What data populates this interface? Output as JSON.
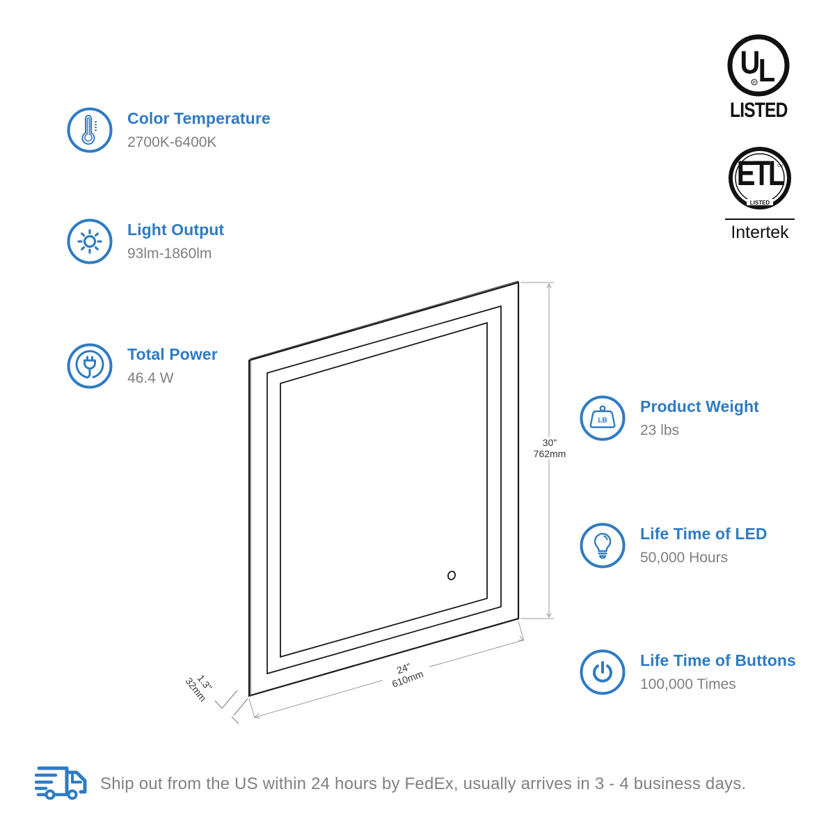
{
  "specs": {
    "color_temperature": {
      "title": "Color Temperature",
      "value": "2700K-6400K",
      "icon": "thermometer-icon"
    },
    "light_output": {
      "title": "Light Output",
      "value": "93lm-1860lm",
      "icon": "sun-icon"
    },
    "total_power": {
      "title": "Total Power",
      "value": "46.4 W",
      "icon": "plug-icon"
    },
    "product_weight": {
      "title": "Product Weight",
      "value": "23 lbs",
      "icon": "weight-lb-icon",
      "icon_text": "LB"
    },
    "led_life": {
      "title": "Life Time of LED",
      "value": "50,000 Hours",
      "icon": "light-bulb-icon"
    },
    "button_life": {
      "title": "Life Time of Buttons",
      "value": "100,000 Times",
      "icon": "power-icon"
    }
  },
  "certifications": {
    "ul": {
      "mark": "UL",
      "registered": "R",
      "label": "LISTED"
    },
    "etl": {
      "mark": "ETL",
      "arc_label": "LISTED",
      "cm": "CM",
      "label": "Intertek"
    }
  },
  "dimensions": {
    "height_in": "30\"",
    "height_mm": "762mm",
    "width_in": "24\"",
    "width_mm": "610mm",
    "depth_in": "1.3\"",
    "depth_mm": "32mm"
  },
  "shipping": {
    "icon": "delivery-truck-icon",
    "text": "Ship out from the US within 24 hours by FedEx, usually arrives in 3 - 4 business days."
  },
  "colors": {
    "accent": "#2e7bc4",
    "value_text": "#7f7f7f",
    "line": "#111111"
  }
}
